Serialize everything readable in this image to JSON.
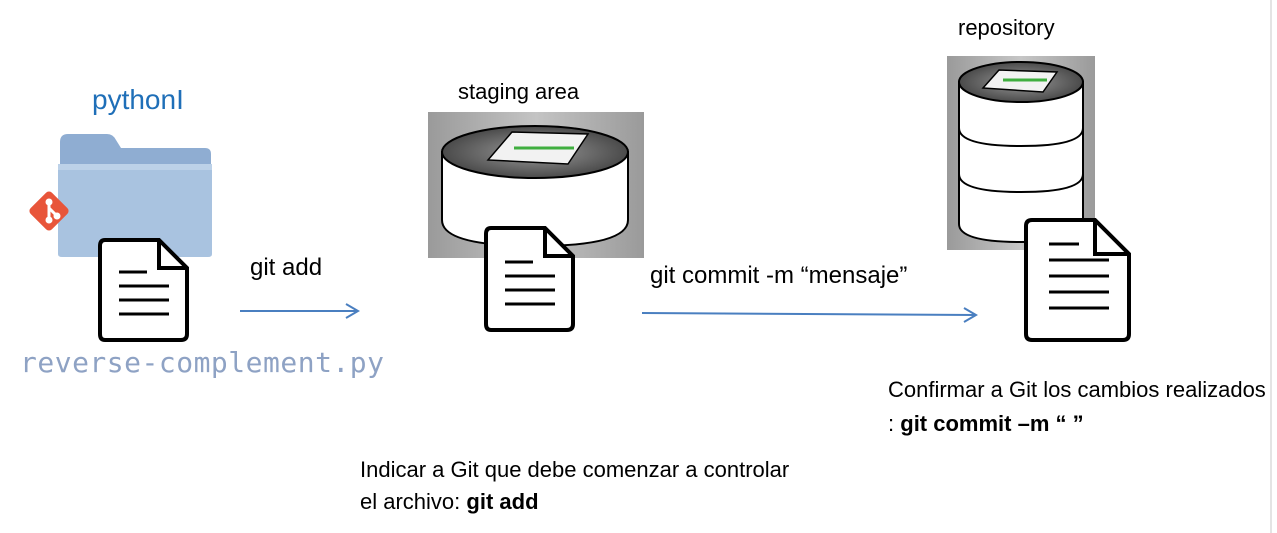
{
  "workspace": {
    "folder_name": "pythonI",
    "file_name": "reverse-complement.py",
    "folder_icon": "folder-icon",
    "git_logo": "git-logo-icon"
  },
  "staging": {
    "title": "staging area",
    "icon": "staging-disk-icon"
  },
  "repository": {
    "title": "repository",
    "icon": "repository-database-icon"
  },
  "arrows": {
    "add_command": "git add",
    "commit_command": "git commit -m “mensaje”"
  },
  "descriptions": {
    "add_text": "Indicar a Git que debe comenzar a controlar el archivo:",
    "add_bold": "git add",
    "commit_text": "Confirmar a Git los cambios realizados :",
    "commit_bold": "git commit –m “ ”"
  },
  "colors": {
    "blue_title": "#1f6fb8",
    "filename": "#8ea2c4",
    "arrow": "#4a7fc0",
    "folder": "#a7c0dc",
    "git_orange": "#e8553a",
    "green_line": "#3fae3f"
  }
}
